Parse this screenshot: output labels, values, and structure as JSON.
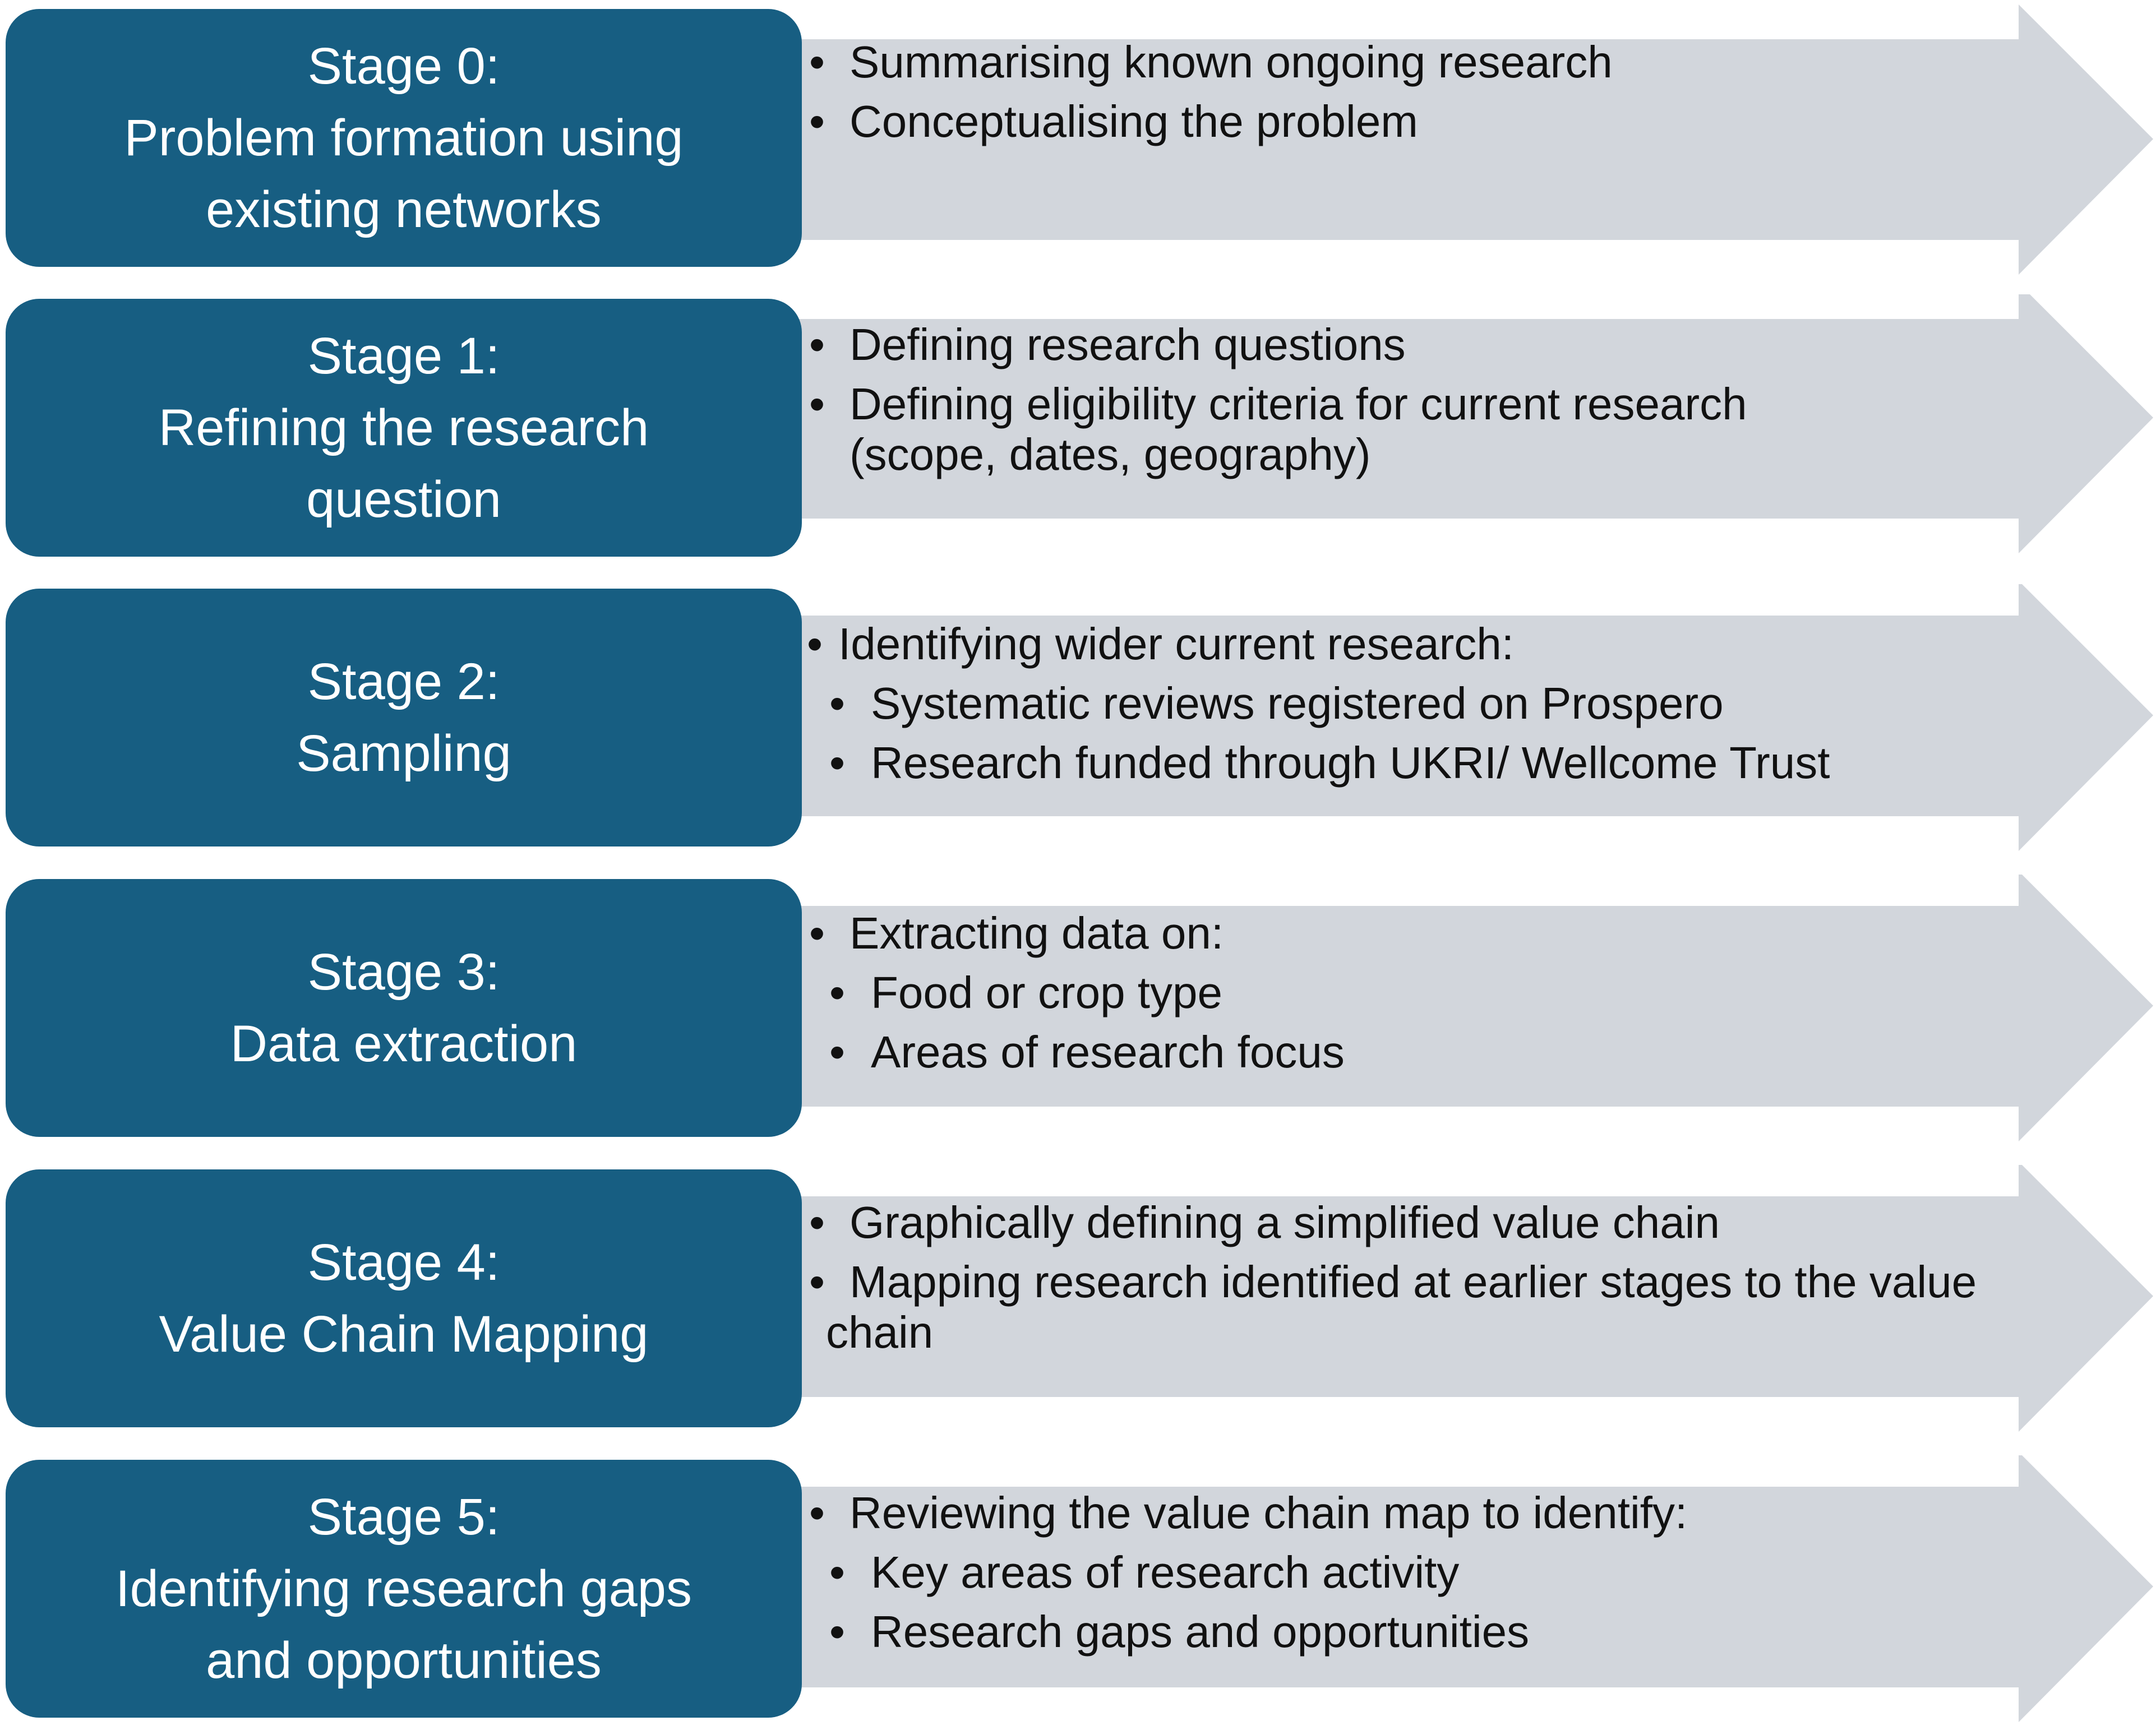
{
  "colors": {
    "stage_fill": "#175e82",
    "arrow_fill": "#d2d6dc",
    "text_dark": "#111111",
    "text_light": "#ffffff"
  },
  "stages": [
    {
      "lines": [
        "Stage 0:",
        "Problem formation using",
        "existing networks"
      ],
      "bullets": [
        {
          "text": "Summarising known ongoing research",
          "level": 0
        },
        {
          "text": "Conceptualising the problem",
          "level": 0
        }
      ]
    },
    {
      "lines": [
        "Stage 1:",
        "Refining the research",
        "question"
      ],
      "bullets": [
        {
          "text": "Defining research questions",
          "level": 0
        },
        {
          "text": "Defining eligibility criteria for current research",
          "cont": "(scope, dates, geography)",
          "level": 0
        }
      ]
    },
    {
      "lines": [
        "Stage 2:",
        "Sampling"
      ],
      "bullets": [
        {
          "text": "Identifying wider current research:",
          "level": "tight"
        },
        {
          "text": "Systematic reviews registered on Prospero",
          "level": 1
        },
        {
          "text": "Research funded through UKRI/ Wellcome Trust",
          "level": 1
        }
      ]
    },
    {
      "lines": [
        "Stage 3:",
        "Data extraction"
      ],
      "bullets": [
        {
          "text": "Extracting data on:",
          "level": 0
        },
        {
          "text": "Food or crop type",
          "level": 1
        },
        {
          "text": "Areas of research focus",
          "level": 1
        }
      ]
    },
    {
      "lines": [
        "Stage 4:",
        "Value Chain Mapping"
      ],
      "bullets": [
        {
          "text": "Graphically defining a simplified value chain",
          "level": 0
        },
        {
          "text": "Mapping research identified at earlier stages to the value",
          "cont_out": "chain",
          "level": 0
        }
      ]
    },
    {
      "lines": [
        "Stage 5:",
        "Identifying research gaps",
        "and opportunities"
      ],
      "bullets": [
        {
          "text": "Reviewing the value chain map to identify:",
          "level": 0
        },
        {
          "text": "Key areas of research activity",
          "level": 1
        },
        {
          "text": "Research gaps and opportunities",
          "level": 1
        }
      ]
    }
  ]
}
